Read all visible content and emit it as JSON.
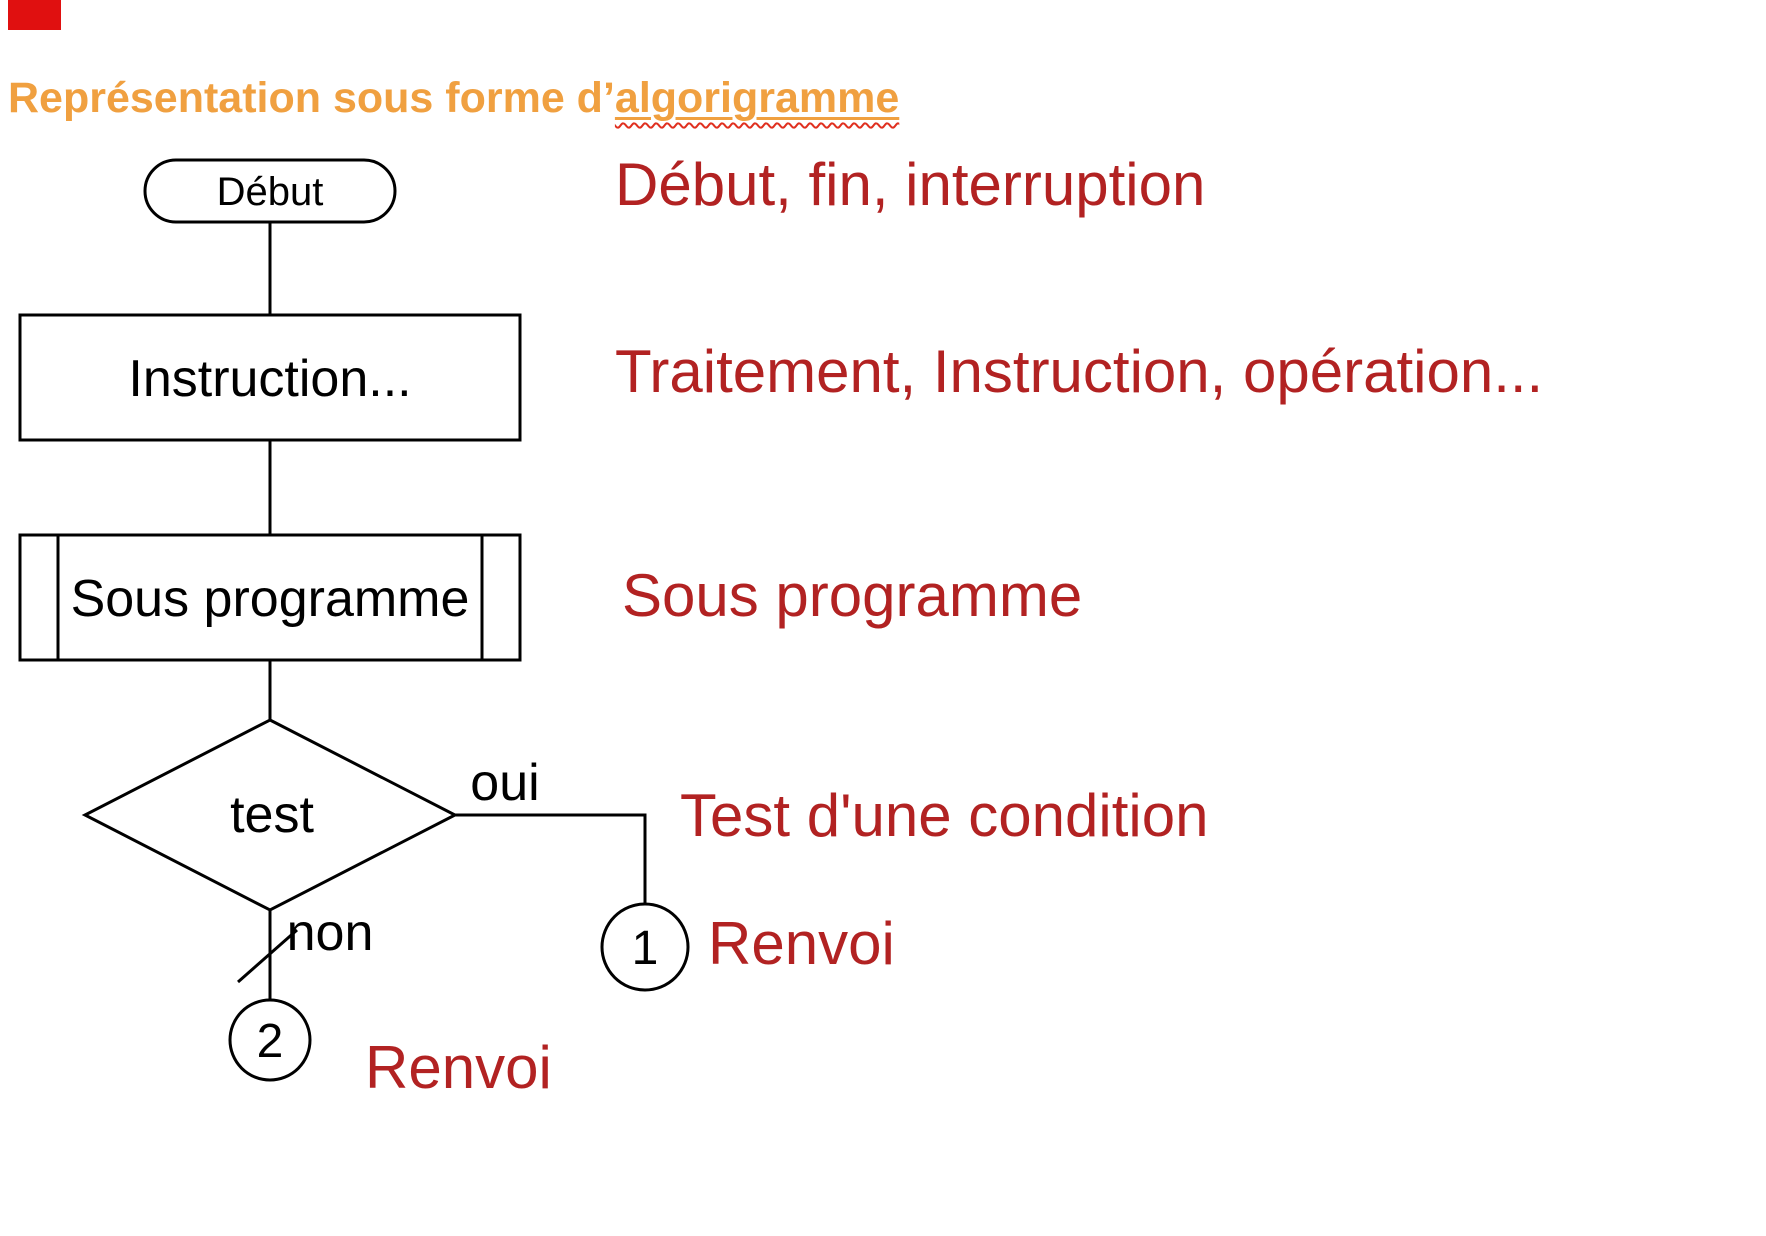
{
  "heading": {
    "prefix": "Représentation sous forme d’",
    "highlighted": "algorigramme"
  },
  "flowchart": {
    "start_label": "Début",
    "instruction_label": "Instruction...",
    "subroutine_label": "Sous programme",
    "test_label": "test",
    "yes_label": "oui",
    "no_label": "non",
    "connector1_label": "1",
    "connector2_label": "2"
  },
  "annotations": {
    "terminator": "Début, fin, interruption",
    "process": "Traitement, Instruction, opération...",
    "subroutine": "Sous programme",
    "decision": "Test d'une condition",
    "connector1": "Renvoi",
    "connector2": "Renvoi"
  },
  "colors": {
    "heading_orange": "#f0a040",
    "squiggle_red": "#e03020",
    "annotation_red": "#b22222",
    "corner_red": "#e01010"
  }
}
